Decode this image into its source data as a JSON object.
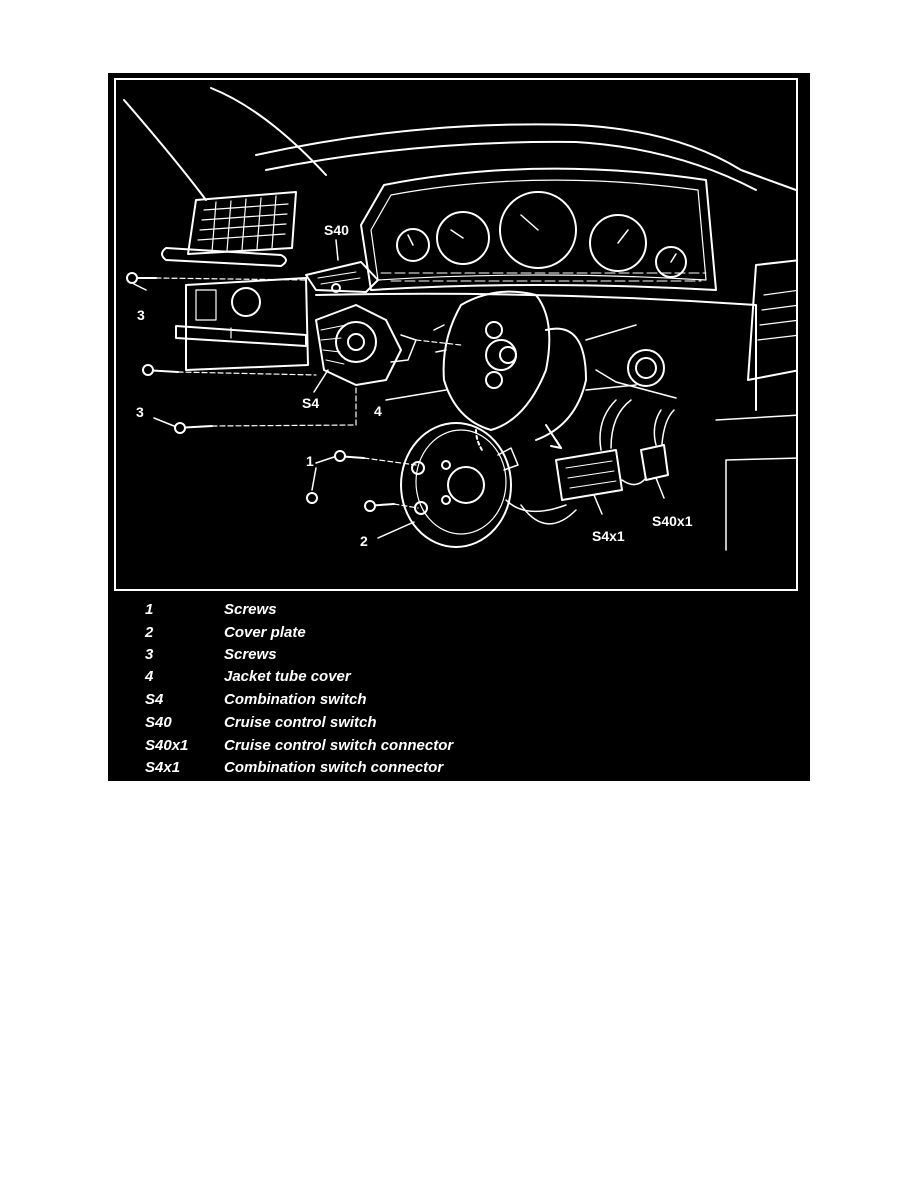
{
  "callouts": {
    "s40": "S40",
    "n3_top": "3",
    "n3_bottom": "3",
    "s4": "S4",
    "n4": "4",
    "n1": "1",
    "n2": "2",
    "s4x1": "S4x1",
    "s40x1": "S40x1"
  },
  "legend": [
    {
      "code": "1",
      "description": "Screws"
    },
    {
      "code": "2",
      "description": "Cover plate"
    },
    {
      "code": "3",
      "description": "Screws"
    },
    {
      "code": "4",
      "description": "Jacket tube cover"
    },
    {
      "code": "S4",
      "description": "Combination switch"
    },
    {
      "code": "S40",
      "description": "Cruise control switch"
    },
    {
      "code": "S40x1",
      "description": "Cruise control switch connector"
    },
    {
      "code": "S4x1",
      "description": "Combination switch connector"
    }
  ],
  "colors": {
    "background": "#000000",
    "lines": "#ffffff",
    "page": "#ffffff"
  }
}
